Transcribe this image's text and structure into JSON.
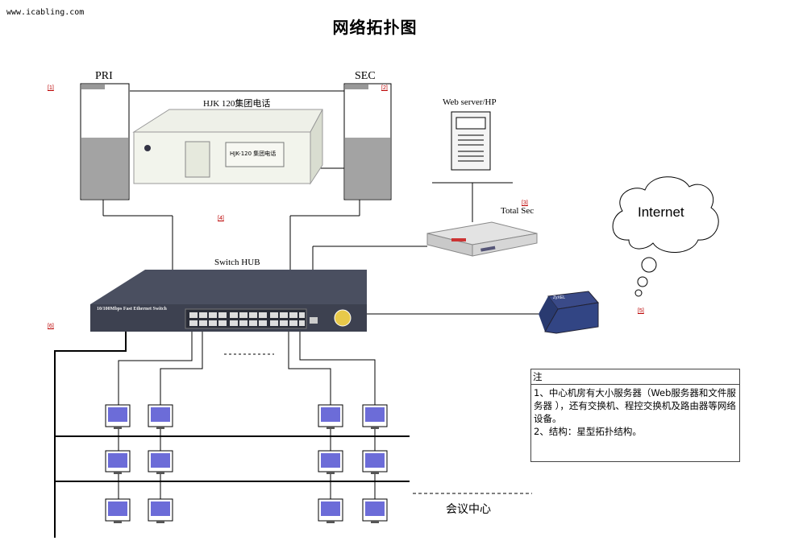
{
  "watermark": "www.icabling.com",
  "title": "网络拓扑图",
  "labels": {
    "pri": "PRI",
    "sec": "SEC",
    "pbx": "HJK 120集团电话",
    "pbx_face": "HJK-120 集团电话",
    "web_server": "Web server/HP",
    "total_sec": "Total Sec",
    "internet": "Internet",
    "switch": "Switch HUB",
    "switch_face": "10/100Mbps Fast Ethernet Switch",
    "router_brand": "ZyXEL",
    "meeting": "会议中心"
  },
  "refs": [
    "[1]",
    "[2]",
    "[3]",
    "[4]",
    "[5]",
    "[6]"
  ],
  "note": {
    "head": "注",
    "line1": "1、中心机房有大小服务器（Web服务器和文件服务器 ），还有交换机、程控交换机及路由器等网络设备。",
    "line2": "2、结构：星型拓扑结构。"
  },
  "colors": {
    "server_fill": "#a3a3a3",
    "switch_body": "#3d4150",
    "monitor_screen": "#6c6cd8"
  }
}
